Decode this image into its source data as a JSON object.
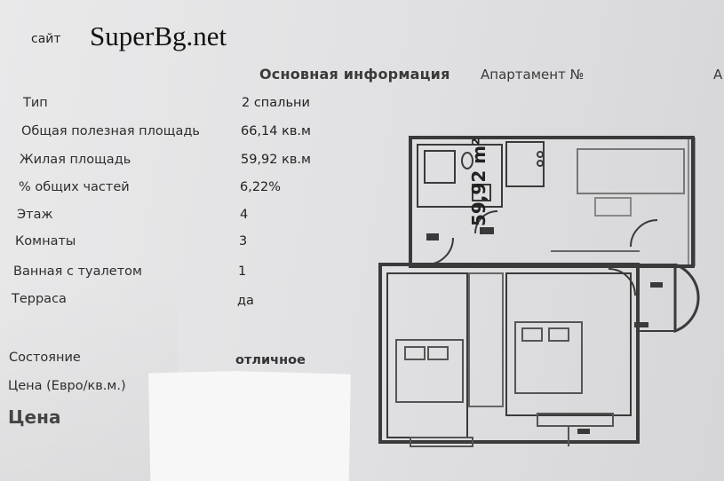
{
  "header": {
    "site_label": "сайт",
    "site_name": "SuperBg.net"
  },
  "section": {
    "title": "Основная информация",
    "subtitle": "Апартамент №",
    "cut_letter": "А"
  },
  "details": [
    {
      "label": "Тип",
      "value": "2 спальни"
    },
    {
      "label": "Общая полезная площадь",
      "value": "66,14 кв.м"
    },
    {
      "label": "Жилая площадь",
      "value": "59,92 кв.м"
    },
    {
      "label": "% общих частей",
      "value": "6,22%"
    },
    {
      "label": "Этаж",
      "value": "4"
    },
    {
      "label": "Комнаты",
      "value": "3"
    },
    {
      "label": "Ванная с туалетом",
      "value": "1"
    },
    {
      "label": "Терраса",
      "value": "да"
    },
    {
      "label": "Состояние",
      "value": "отличное"
    },
    {
      "label": "Цена (Евро/кв.м.)",
      "value": ""
    }
  ],
  "price_label": "Цена",
  "floor_plan": {
    "area_badge": "59,92 m²"
  }
}
